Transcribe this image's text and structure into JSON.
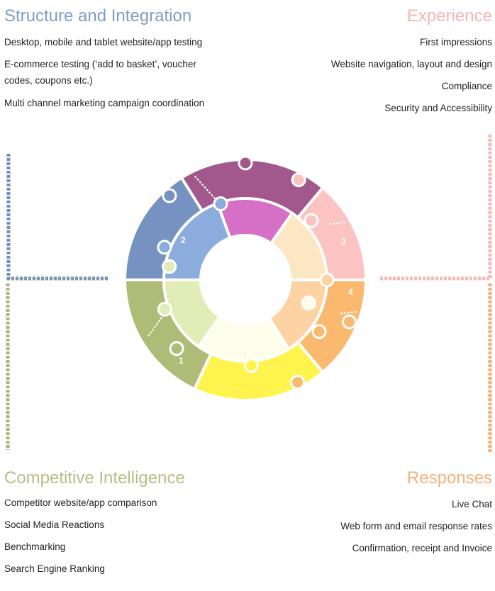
{
  "structure": {
    "title": "Structure and Integration",
    "items": [
      "Desktop, mobile and tablet website/app testing",
      "E-commerce testing (‘add to basket’, voucher codes, coupons etc.)",
      "Multi channel marketing campaign coordination"
    ]
  },
  "experience": {
    "title": "Experience",
    "items": [
      "First impressions",
      "Website navigation, layout and design",
      "Compliance",
      "Security and Accessibility"
    ]
  },
  "competitive": {
    "title": "Competitive Intelligence",
    "items": [
      "Competitor website/app comparison",
      "Social Media Reactions",
      "Benchmarking",
      "Search Engine Ranking"
    ]
  },
  "responses": {
    "title": "Responses",
    "items": [
      "Live Chat",
      "Web form and email response rates",
      "Confirmation, receipt and Invoice"
    ]
  },
  "ring": {
    "numbers": [
      "1",
      "2",
      "3",
      "4"
    ]
  },
  "colors": {
    "blue_outer": "#7592c0",
    "blue_inner": "#8cacde",
    "purple_outer": "#a2588c",
    "purple_inner": "#d66fc6",
    "pink_outer": "#fbc3c1",
    "cream_inner": "#fce7c5",
    "orange_outer": "#fbb86f",
    "peach_inner": "#fdd3a4",
    "yellow_outer": "#fef44d",
    "ivory_inner": "#fcfdea",
    "olive_outer": "#afbc77",
    "lime_inner": "#e1ecb7"
  }
}
